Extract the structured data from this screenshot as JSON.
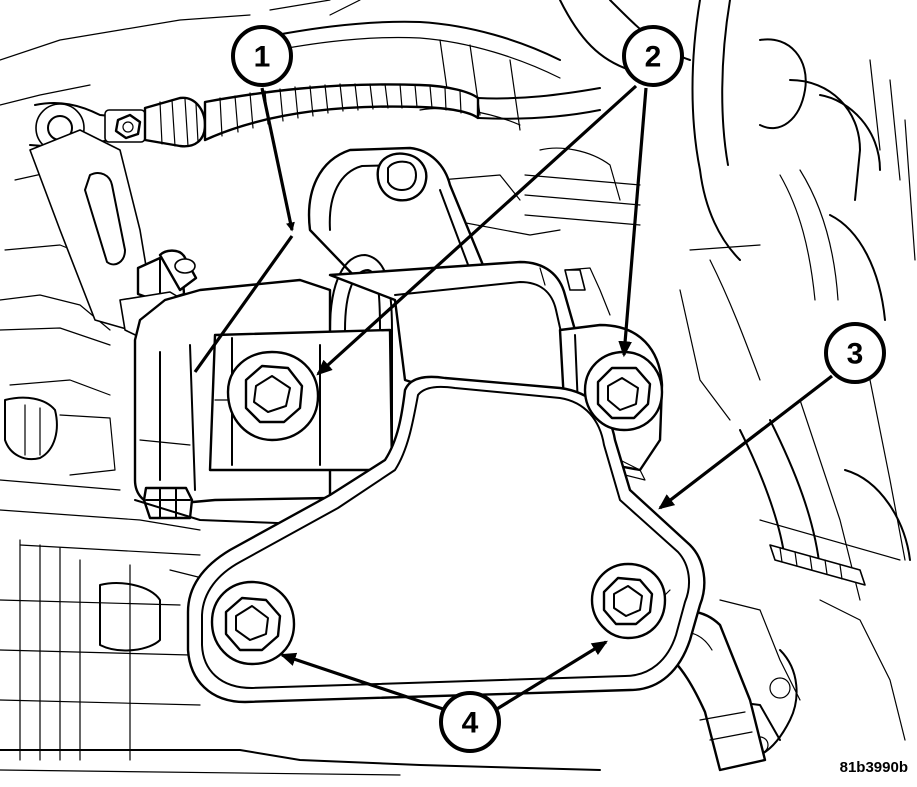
{
  "diagram": {
    "callouts": [
      {
        "label": "1"
      },
      {
        "label": "2"
      },
      {
        "label": "3"
      },
      {
        "label": "4"
      }
    ],
    "figure_code": "81b3990b"
  }
}
